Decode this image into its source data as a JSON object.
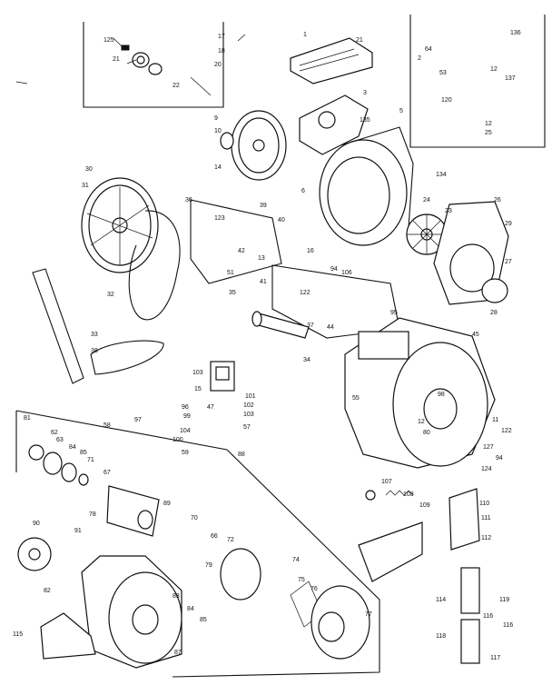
{
  "labels": [
    "125",
    "21",
    "22",
    "17",
    "18",
    "20",
    "21",
    "1",
    "3",
    "5",
    "9",
    "10",
    "14",
    "135",
    "134",
    "2",
    "64",
    "53",
    "136",
    "120",
    "12",
    "137",
    "25",
    "12",
    "30",
    "31",
    "36",
    "123",
    "42",
    "13",
    "51",
    "32",
    "33",
    "35",
    "38",
    "41",
    "37",
    "34",
    "6",
    "39",
    "40",
    "24",
    "26",
    "23",
    "29",
    "27",
    "28",
    "16",
    "94",
    "106",
    "122",
    "95",
    "44",
    "45",
    "55",
    "98",
    "12",
    "80",
    "11",
    "122",
    "127",
    "94",
    "124",
    "103",
    "101",
    "102",
    "103",
    "47",
    "15",
    "97",
    "96",
    "99",
    "104",
    "100",
    "57",
    "59",
    "58",
    "88",
    "81",
    "62",
    "63",
    "84",
    "85",
    "71",
    "67",
    "89",
    "78",
    "107",
    "108",
    "109",
    "110",
    "111",
    "112",
    "70",
    "66",
    "72",
    "74",
    "79",
    "75",
    "76",
    "77",
    "90",
    "91",
    "82",
    "83",
    "84",
    "85",
    "87",
    "114",
    "119",
    "116",
    "115",
    "118",
    "117",
    "116"
  ]
}
